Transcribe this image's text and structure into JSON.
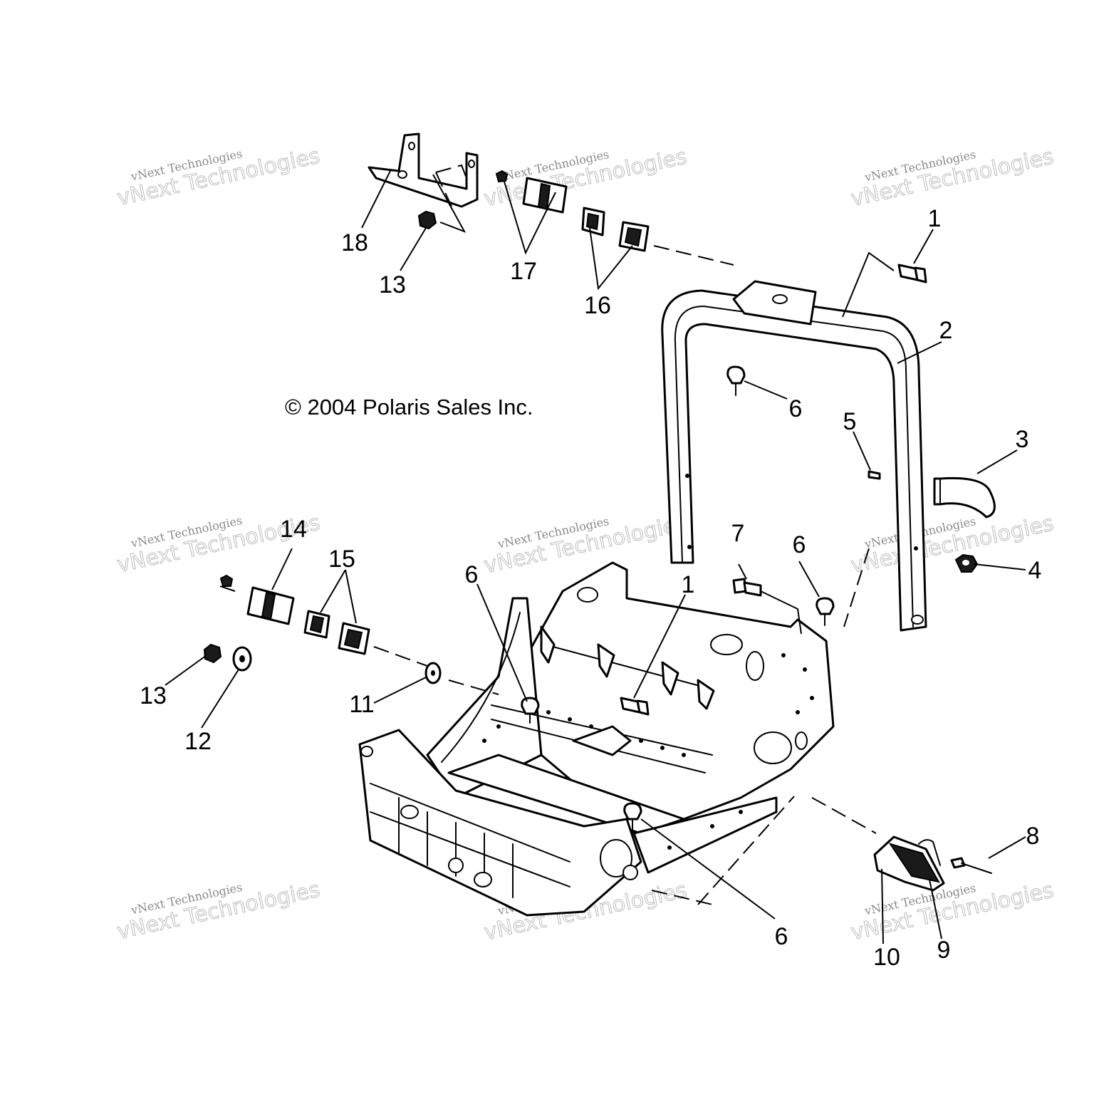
{
  "copyright": "© 2004 Polaris Sales Inc.",
  "watermark": {
    "line_small": "vNext Technologies",
    "line_large": "vNext Technologies"
  },
  "callouts": {
    "c1a": "1",
    "c1b": "1",
    "c2": "2",
    "c3": "3",
    "c4": "4",
    "c5": "5",
    "c6a": "6",
    "c6b": "6",
    "c6c": "6",
    "c6d": "6",
    "c7": "7",
    "c8": "8",
    "c9": "9",
    "c10": "10",
    "c11": "11",
    "c12": "12",
    "c13a": "13",
    "c13b": "13",
    "c14": "14",
    "c15": "15",
    "c16": "16",
    "c17": "17",
    "c18": "18"
  },
  "colors": {
    "line": "#000000",
    "background": "#ffffff",
    "watermark": "#8a8a8a"
  }
}
